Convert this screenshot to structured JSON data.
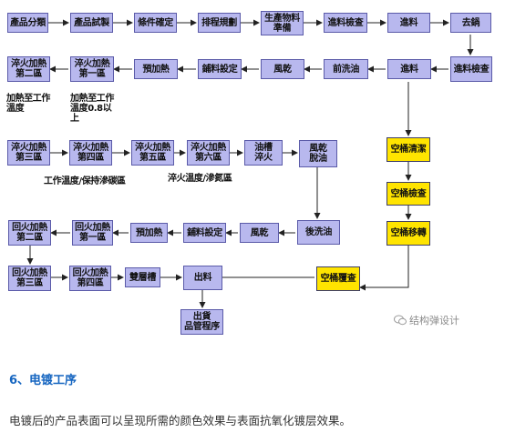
{
  "nodes": {
    "n1": "產品分類",
    "n2": "產品試製",
    "n3": "條件確定",
    "n4": "排程規劃",
    "n5": "生產物料\n準備",
    "n6": "進料檢查",
    "n7": "進料",
    "n8": "去鍋",
    "n9": "淬火加熱\n第二區",
    "n10": "淬火加熱\n第一區",
    "n11": "預加熱",
    "n12": "鋪料設定",
    "n13": "風乾",
    "n14": "前洗油",
    "n15": "進料",
    "n16": "進料檢查",
    "n17": "淬火加熱\n第三區",
    "n18": "淬火加熱\n第四區",
    "n19": "淬火加熱\n第五區",
    "n20": "淬火加熱\n第六區",
    "n21": "油槽\n淬火",
    "n22": "風乾\n脫油",
    "n23": "空桶清潔",
    "n24": "空桶檢查",
    "n25": "空桶移轉",
    "n26": "回火加熱\n第二區",
    "n27": "回火加熱\n第一區",
    "n28": "預加熱",
    "n29": "鋪料設定",
    "n30": "風乾",
    "n31": "後洗油",
    "n32": "回火加熱\n第三區",
    "n33": "回火加熱\n第四區",
    "n34": "雙層槽",
    "n35": "出料",
    "n36": "空桶覆查",
    "n37": "出貨\n品管程序"
  },
  "labels": {
    "l1": "加熱至工作\n溫度",
    "l2": "加熱至工作\n溫度0.8以\n上",
    "l3": "工作溫度/保持滲碳區",
    "l4": "淬火溫度/滲氮區"
  },
  "watermark": "结构弹设计",
  "section_title": "6、电镀工序",
  "section_text": "电镀后的产品表面可以呈现所需的颜色效果与表面抗氧化镀层效果。"
}
